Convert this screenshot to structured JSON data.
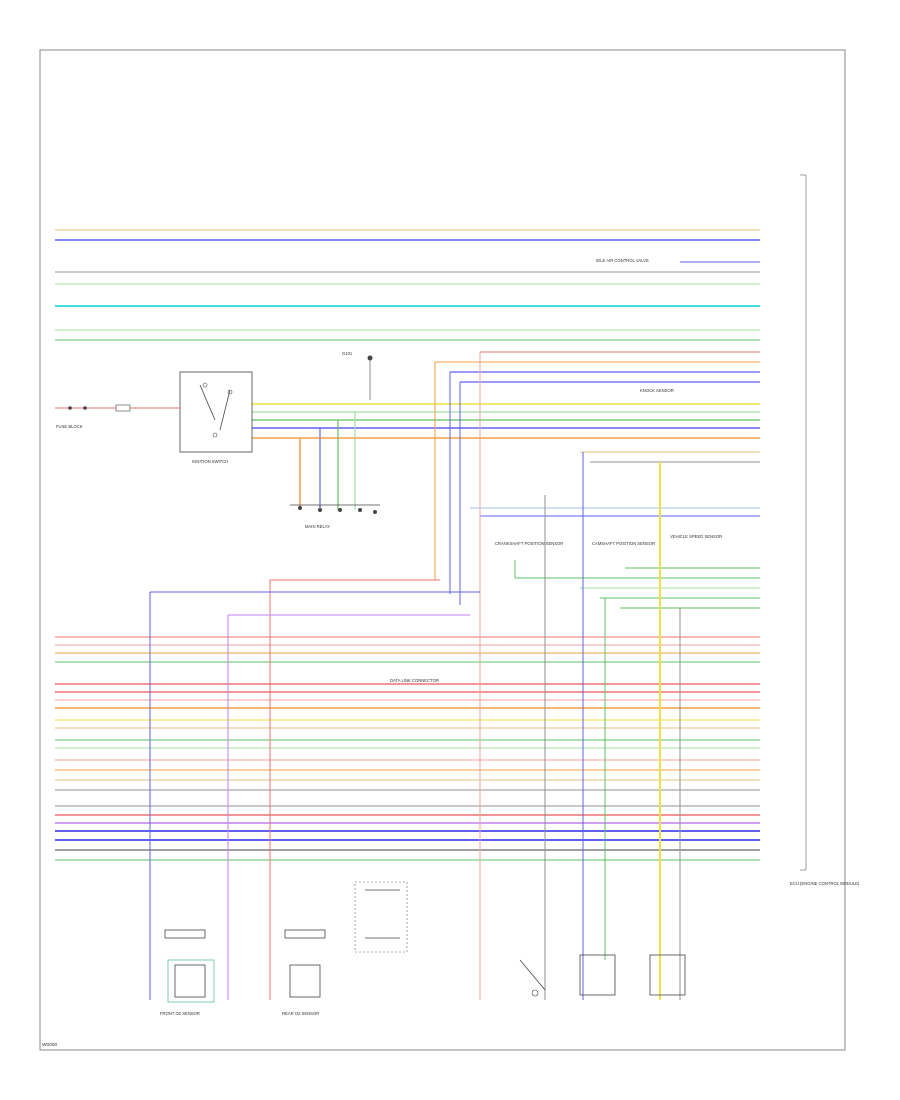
{
  "diagram": {
    "footer_code": "W0000",
    "colors": {
      "red": "#f07070",
      "blue": "#6060f0",
      "green": "#60c060",
      "yellow": "#f0e040",
      "orange": "#f0a040",
      "cyan": "#40e0e0",
      "pink": "#f0a0a0",
      "tan": "#e0c080",
      "gray": "#909090",
      "violet": "#c080f0",
      "black": "#404040",
      "lt_green": "#a0e0a0",
      "lt_blue": "#a0c0f0"
    },
    "components": {
      "main_module": "ECU (ENGINE CONTROL MODULE)",
      "ignition_switch": "IGNITION SWITCH",
      "relay_box": "MAIN RELAY",
      "front_o2": "FRONT O2 SENSOR",
      "rear_o2": "REAR O2 SENSOR",
      "knock_sensor": "KNOCK SENSOR",
      "speed_sensor": "VEHICLE SPEED SENSOR",
      "cam_sensor": "CAMSHAFT POSITION SENSOR",
      "crank_sensor": "CRANKSHAFT POSITION SENSOR",
      "idle_control": "IDLE AIR CONTROL VALVE",
      "data_link": "DATA LINK CONNECTOR",
      "fuse_block": "FUSE BLOCK",
      "ground": "G101"
    }
  }
}
